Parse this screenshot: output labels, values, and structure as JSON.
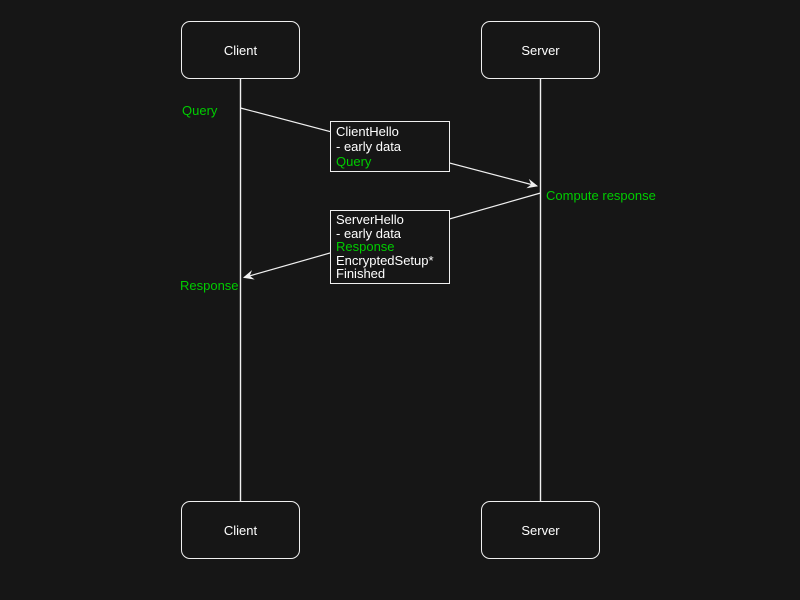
{
  "colors": {
    "background": "#161616",
    "stroke": "#f0f0f0",
    "text": "#ffffff",
    "accent_green": "#00cc00"
  },
  "actors": {
    "top": [
      {
        "label": "Client"
      },
      {
        "label": "Server"
      }
    ],
    "bottom": [
      {
        "label": "Client"
      },
      {
        "label": "Server"
      }
    ]
  },
  "annotations": {
    "query": "Query",
    "compute_response": "Compute response",
    "response": "Response"
  },
  "messages": [
    {
      "name": "client-flight",
      "lines": [
        {
          "text": "ClientHello",
          "tone": "plain"
        },
        {
          "text": "- early data",
          "tone": "plain"
        },
        {
          "text": "Query",
          "tone": "green"
        }
      ]
    },
    {
      "name": "server-flight",
      "lines": [
        {
          "text": "ServerHello",
          "tone": "plain"
        },
        {
          "text": "- early data",
          "tone": "plain"
        },
        {
          "text": "Response",
          "tone": "green"
        },
        {
          "text": "EncryptedSetup*",
          "tone": "plain"
        },
        {
          "text": "Finished",
          "tone": "plain"
        }
      ]
    }
  ]
}
